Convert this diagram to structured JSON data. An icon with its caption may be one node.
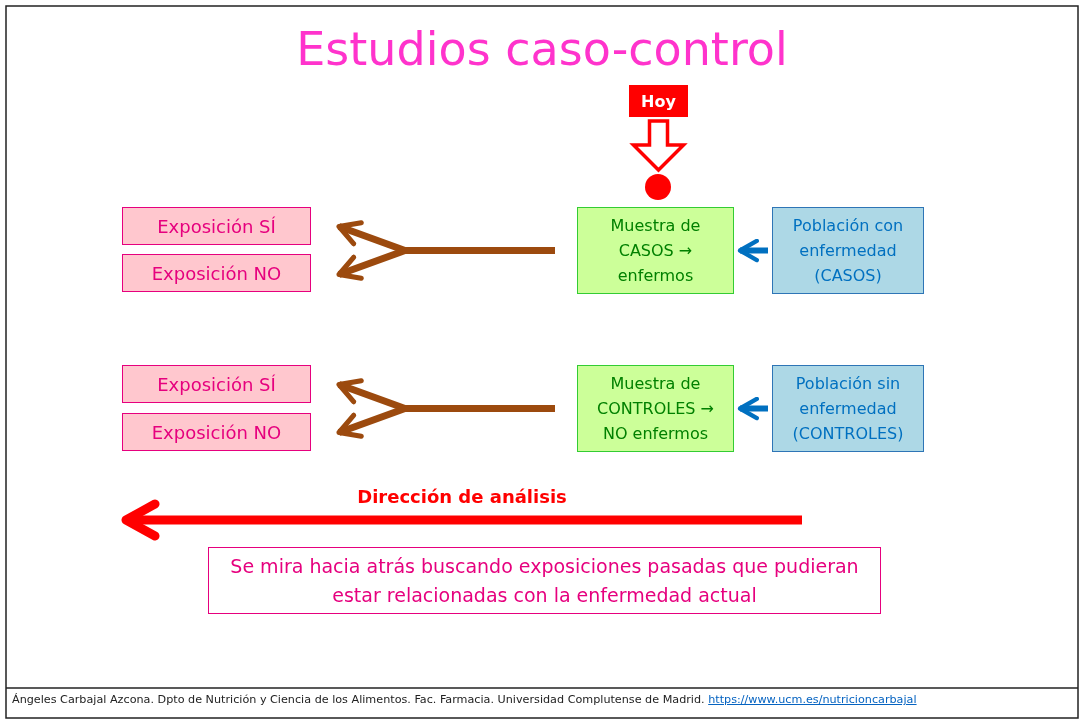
{
  "diagram": {
    "title": "Estudios caso-control",
    "nodes": [
      {
        "text": [
          "Exposición SÍ"
        ]
      },
      {
        "text": [
          "Exposición NO"
        ]
      },
      {
        "text": [
          "Muestra de CASOS → enfermos"
        ]
      },
      {
        "text": [
          "Población con enfermedad (CASOS)"
        ]
      },
      {
        "text": [
          "Exposición SÍ"
        ]
      },
      {
        "text": [
          "Exposición NO"
        ]
      },
      {
        "text": [
          "Muestra de CONTROLES → NO enfermos"
        ]
      },
      {
        "text": [
          "Población sin enfermedad (CONTROLES)"
        ]
      },
      {
        "text": [
          "Hoy"
        ]
      },
      {
        "text": [],
        "shape": "circle"
      },
      {
        "text": [
          "Se mira hacia atrás buscando exposiciones pasadas que pudieran estar relacionadas con la enfermedad actual"
        ]
      }
    ],
    "edges": [
      {
        "from": 8,
        "to": 9,
        "arrow": "to",
        "style": "thick",
        "color": "#ff0000"
      },
      {
        "from": 3,
        "to": 2,
        "arrow": "to",
        "color": "#0070c0"
      },
      {
        "from": 2,
        "to": 0,
        "arrow": "to"
      },
      {
        "from": 2,
        "to": 1,
        "arrow": "to"
      },
      {
        "from": 7,
        "to": 6,
        "arrow": "to",
        "color": "#0070c0"
      },
      {
        "from": 6,
        "to": 4,
        "arrow": "to"
      },
      {
        "from": 6,
        "to": 5,
        "arrow": "to"
      }
    ],
    "labels": [
      "Dirección de análisis",
      "Ángeles Carbajal Azcona. Dpto de Nutrición y Ciencia de los Alimentos. Fac. Farmacia. Universidad Complutense de Madrid.",
      "https://www.ucm.es/nutricioncarbajal"
    ]
  }
}
